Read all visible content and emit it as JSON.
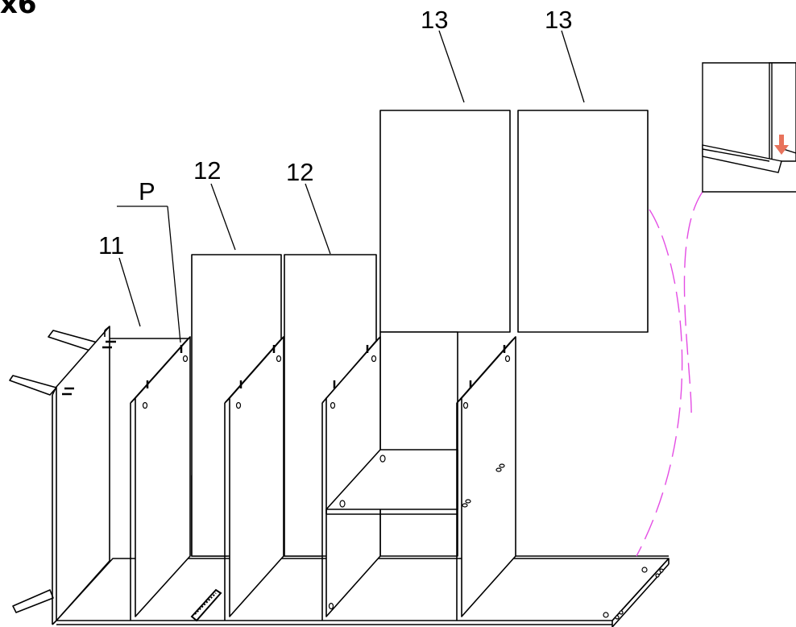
{
  "header": {
    "quantity": "x6"
  },
  "labels": {
    "part_11": "11",
    "part_p": "P",
    "part_12_left": "12",
    "part_12_right": "12",
    "part_13_left": "13",
    "part_13_right": "13"
  },
  "colors": {
    "outline": "#000000",
    "guide": "#e44de4",
    "arrow": "#e8735c"
  }
}
